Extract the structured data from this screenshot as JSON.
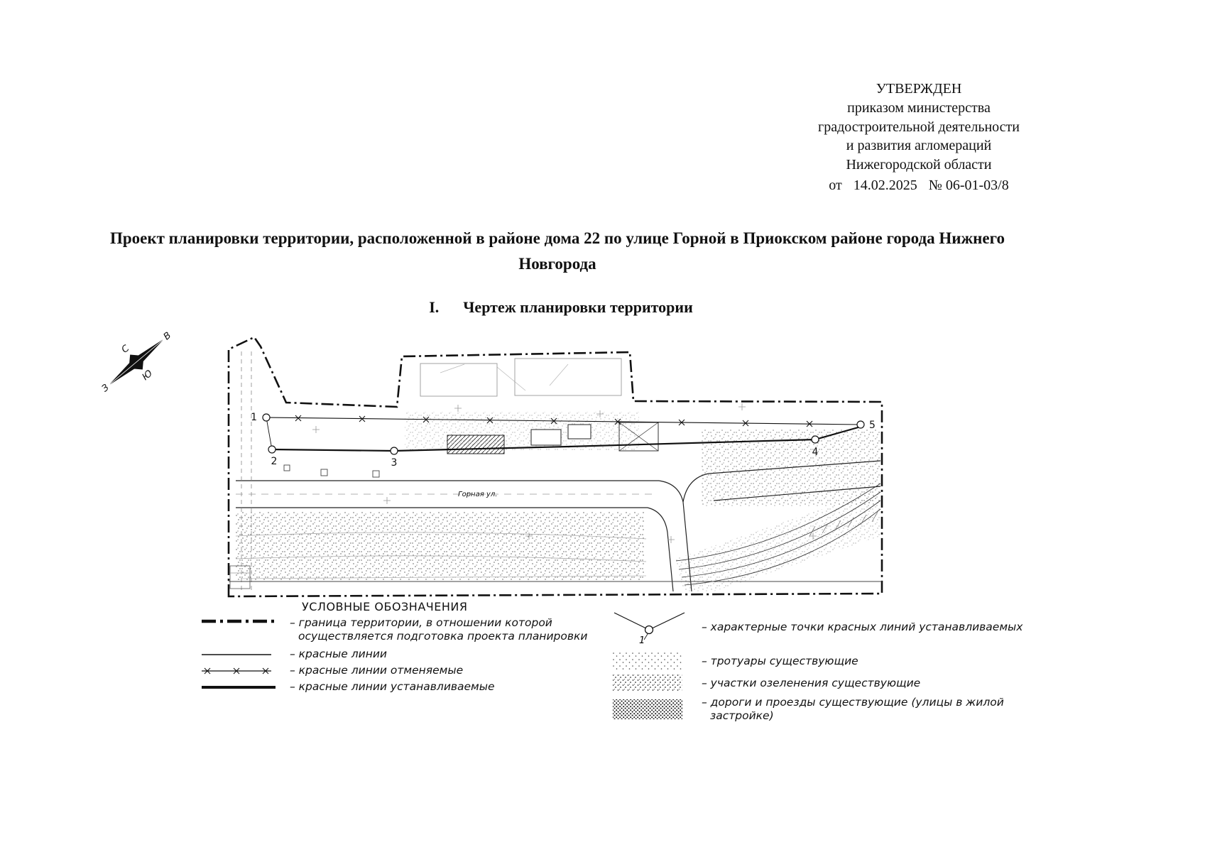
{
  "approval": {
    "lines": [
      "УТВЕРЖДЕН",
      "приказом министерства",
      "градостроительной деятельности",
      "и развития агломераций",
      "Нижегородской области"
    ],
    "date_label": "от",
    "date": "14.02.2025",
    "number": "№ 06-01-03/8"
  },
  "title": "Проект планировки территории, расположенной в районе дома 22 по улице Горной в Приокском районе города Нижнего Новгорода",
  "section": {
    "numeral": "I.",
    "heading": "Чертеж планировки территории"
  },
  "compass": {
    "north": "С",
    "south": "Ю",
    "west": "З",
    "east": "В"
  },
  "map": {
    "point_labels": [
      "1",
      "2",
      "3",
      "4",
      "5"
    ],
    "street_label": "Горная ул."
  },
  "legend": {
    "title": "УСЛОВНЫЕ ОБОЗНАЧЕНИЯ",
    "items_left": [
      {
        "label": "– граница территории, в отношении которой осуществляется подготовка проекта планировки"
      },
      {
        "label": "– красные линии"
      },
      {
        "label": "– красные линии отменяемые"
      },
      {
        "label": "– красные линии устанавливаемые"
      }
    ],
    "items_right": [
      {
        "label": "– характерные точки красных линий устанавливаемых",
        "marker_number": "1"
      },
      {
        "label": "– тротуары существующие"
      },
      {
        "label": "– участки озеленения существующие"
      },
      {
        "label": "– дороги и проезды существующие (улицы в жилой застройке)"
      }
    ]
  }
}
